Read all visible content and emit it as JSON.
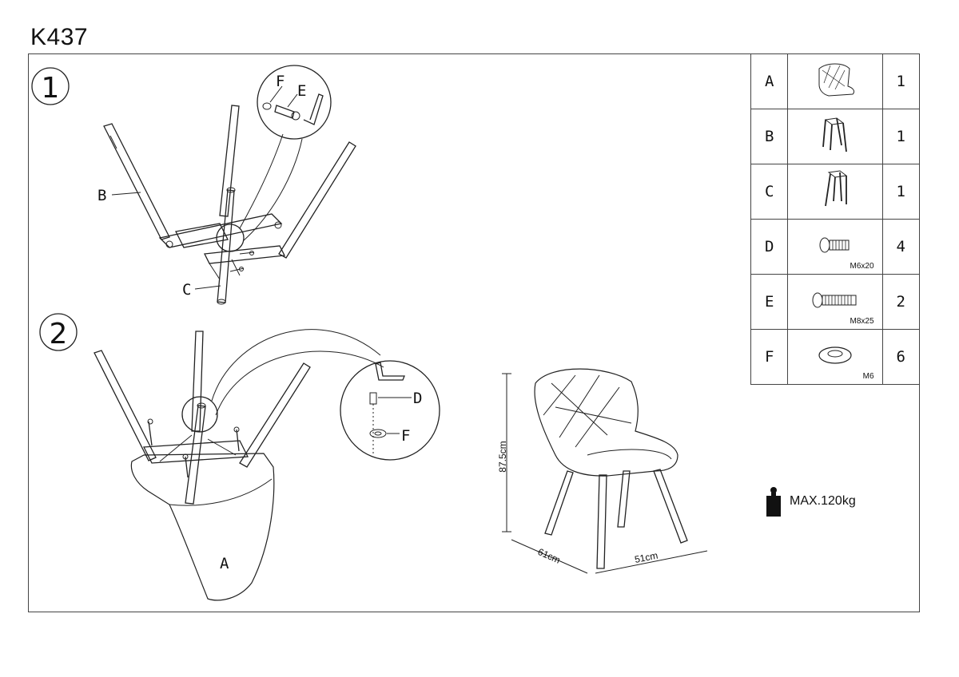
{
  "title": "K437",
  "steps": {
    "one": "1",
    "two": "2"
  },
  "step1_labels": {
    "b": "B",
    "c": "C",
    "f": "F",
    "e": "E"
  },
  "step2_labels": {
    "a": "A",
    "d": "D",
    "f": "F"
  },
  "dimensions": {
    "height": "87.5cm",
    "depth": "61cm",
    "width": "51cm"
  },
  "parts": [
    {
      "letter": "A",
      "icon": "seat-shell-icon",
      "spec": "",
      "qty": "1"
    },
    {
      "letter": "B",
      "icon": "front-leg-frame-icon",
      "spec": "",
      "qty": "1"
    },
    {
      "letter": "C",
      "icon": "rear-leg-frame-icon",
      "spec": "",
      "qty": "1"
    },
    {
      "letter": "D",
      "icon": "short-bolt-icon",
      "spec": "M6x20",
      "qty": "4"
    },
    {
      "letter": "E",
      "icon": "long-bolt-icon",
      "spec": "M8x25",
      "qty": "2"
    },
    {
      "letter": "F",
      "icon": "washer-icon",
      "spec": "M6",
      "qty": "6"
    }
  ],
  "max_load": {
    "icon": "weight-icon",
    "text": "MAX.120kg"
  }
}
